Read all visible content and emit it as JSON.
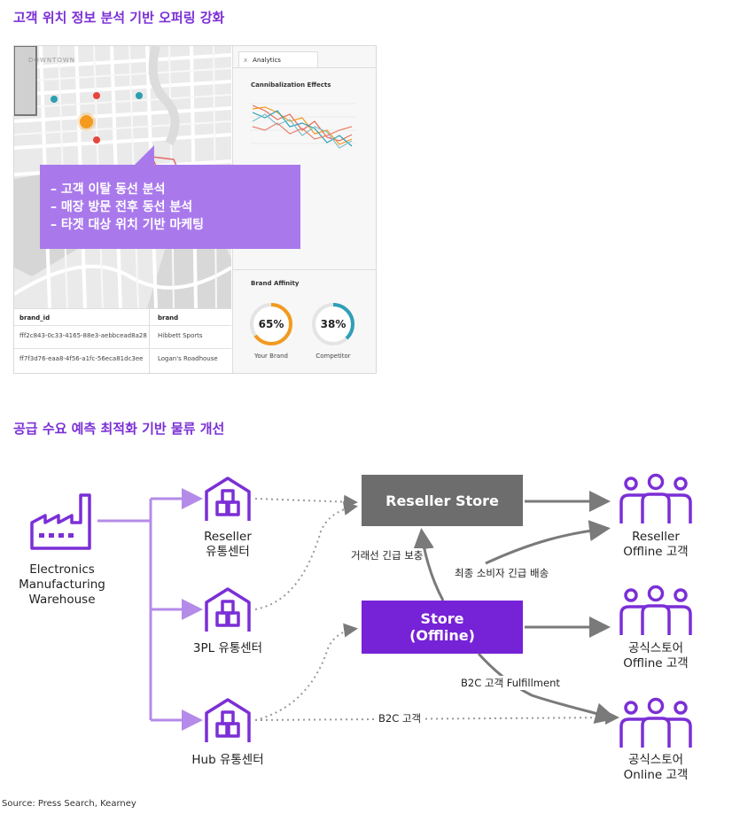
{
  "section1": {
    "title": "고객 위치 정보 분석 기반 오퍼링 강화"
  },
  "map": {
    "district_label": "DOWNTOWN"
  },
  "analytics": {
    "tab_close": "x",
    "tab_label": "Analytics",
    "cannibalization_title": "Cannibalization Effects",
    "brand_affinity_title": "Brand Affinity",
    "gauges": [
      {
        "value": "65%",
        "label": "Your Brand",
        "fraction": 0.65,
        "color": "#f39a1f"
      },
      {
        "value": "38%",
        "label": "Competitor",
        "fraction": 0.38,
        "color": "#2f9fb8"
      }
    ]
  },
  "table": {
    "headers": [
      "brand_id",
      "brand"
    ],
    "rows": [
      [
        "fff2c843-0c33-4165-88e3-aebbcead8a28",
        "Hibbett Sports"
      ],
      [
        "ff7f3d76-eaa8-4f56-a1fc-56eca81dc3ee",
        "Logan's Roadhouse"
      ]
    ]
  },
  "overlay": {
    "items": [
      "– 고객 이탈 동선 분석",
      "– 매장 방문 전후 동선 분석",
      "– 타겟 대상 위치 기반 마케팅"
    ]
  },
  "section2": {
    "title": "공급 수요 예측 최적화 기반 물류 개선"
  },
  "diagram": {
    "factory": {
      "lines": [
        "Electronics",
        "Manufacturing",
        "Warehouse"
      ]
    },
    "centers": [
      {
        "lines": [
          "Reseller",
          "유통센터"
        ]
      },
      {
        "lines": [
          "3PL 유통센터"
        ]
      },
      {
        "lines": [
          "Hub 유통센터"
        ]
      }
    ],
    "reseller_store": {
      "label": "Reseller Store"
    },
    "offline_store": {
      "lines": [
        "Store",
        "(Offline)"
      ]
    },
    "customers": [
      {
        "lines": [
          "Reseller",
          "Offline 고객"
        ]
      },
      {
        "lines": [
          "공식스토어",
          "Offline 고객"
        ]
      },
      {
        "lines": [
          "공식스토어",
          "Online 고객"
        ]
      }
    ],
    "edge_labels": {
      "emergency_restock": "거래선 긴급 보충",
      "end_consumer_delivery": "최종 소비자 긴급 배송",
      "b2c_fulfillment": "B2C 고객 Fulfillment",
      "b2c_customer": "B2C 고객"
    },
    "colors": {
      "purple": "#7b2fd6",
      "light_purple": "#b48be9",
      "gray": "#7a7a7a",
      "dark_gray": "#6d6d6d",
      "offline_purple": "#7622d7"
    }
  },
  "source": "Source: Press Search, Kearney"
}
